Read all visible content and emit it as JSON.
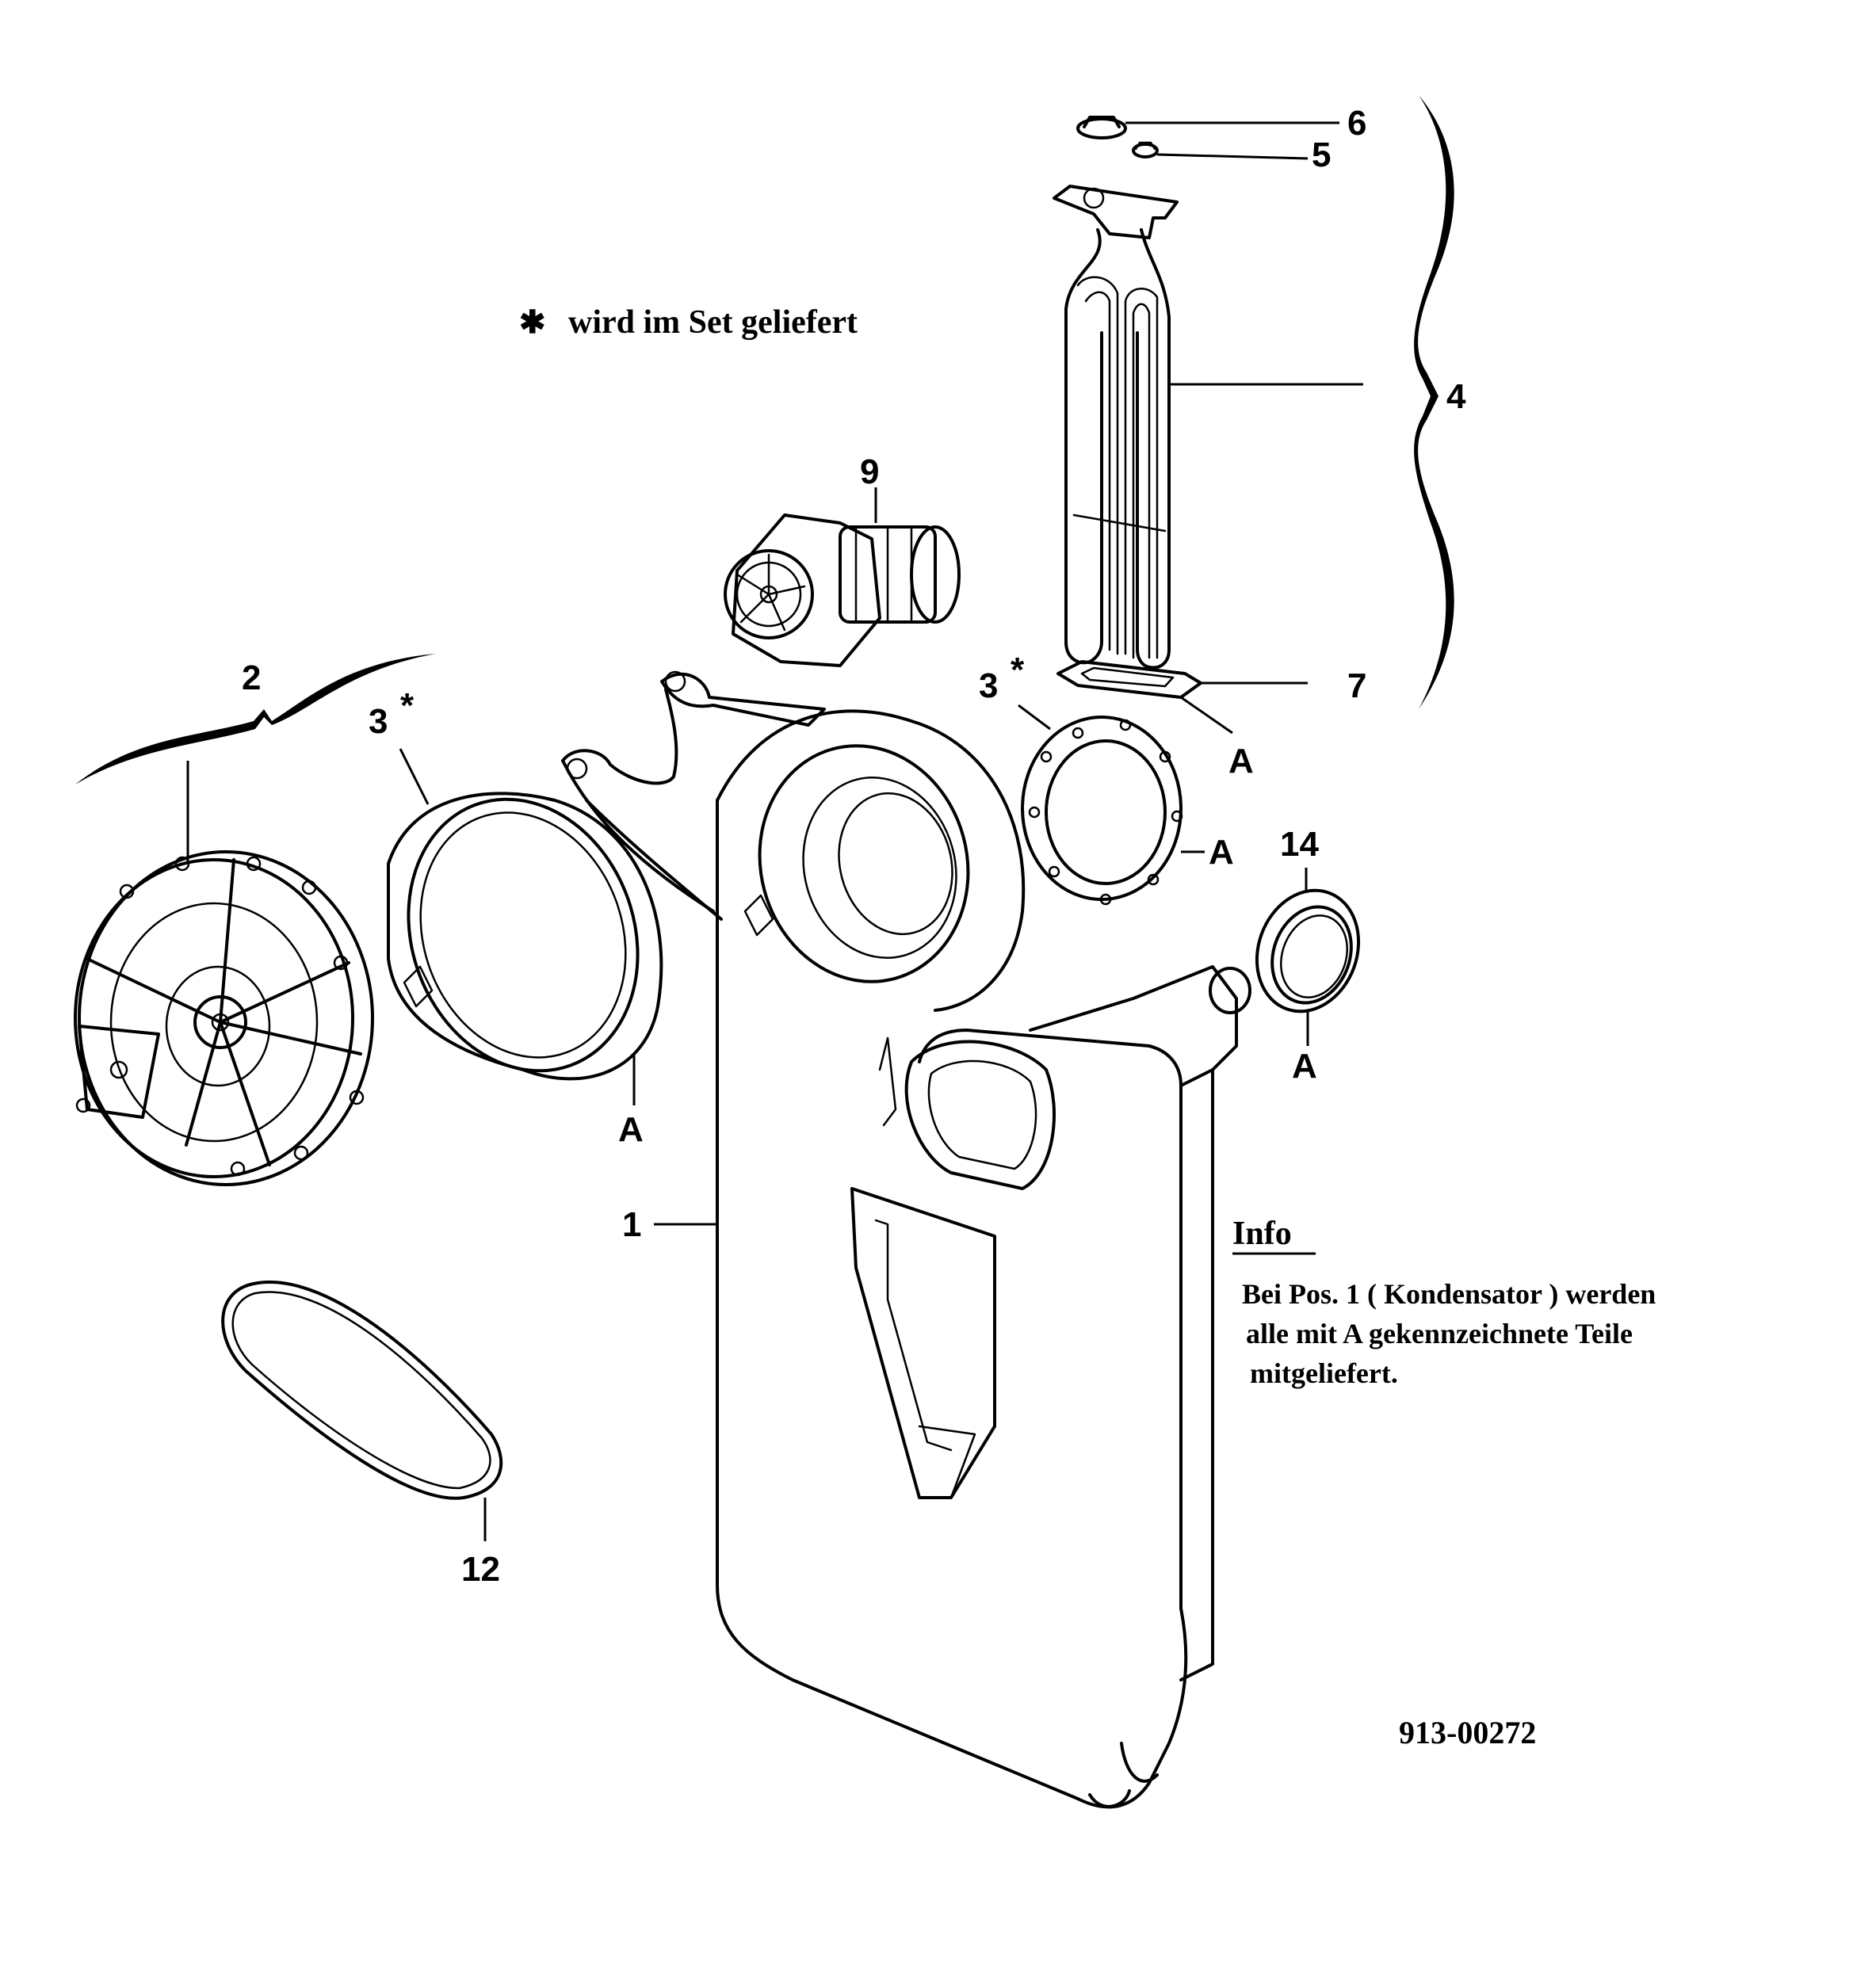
{
  "note": {
    "symbol": "✱",
    "text": "wird im Set geliefert"
  },
  "callouts": {
    "c1": "1",
    "c2": "2",
    "c3a": "3",
    "c3b": "3",
    "c4": "4",
    "c5": "5",
    "c6": "6",
    "c7": "7",
    "c9": "9",
    "c12": "12",
    "c14": "14",
    "star": "*",
    "a": "A"
  },
  "info": {
    "heading": "Info",
    "line1": "Bei Pos. 1 ( Kondensator ) werden",
    "line2": "alle mit A gekennzeichnete Teile",
    "line3": "mitgeliefert."
  },
  "drawing_number": "913-00272"
}
